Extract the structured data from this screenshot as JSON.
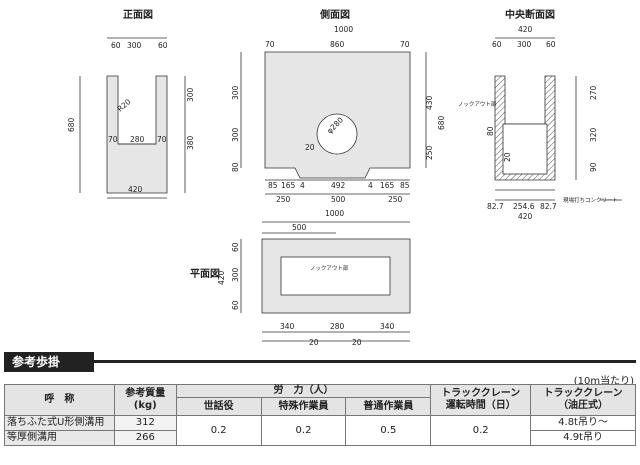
{
  "views": {
    "front": {
      "title": "正面図",
      "top": [
        "60",
        "300",
        "60"
      ],
      "left_total": "680",
      "right": [
        "300",
        "380"
      ],
      "inner_dims": [
        "70",
        "280",
        "70"
      ],
      "radius": "R20",
      "bottom": "420"
    },
    "side": {
      "title": "側面図",
      "top_total": "1000",
      "top": [
        "70",
        "860",
        "70"
      ],
      "left": [
        "300",
        "300",
        "80"
      ],
      "right": [
        "430",
        "250"
      ],
      "right_total": "680",
      "hole": "φ280",
      "bottom1": [
        "85",
        "165",
        "4",
        "492",
        "4",
        "165",
        "85"
      ],
      "bottom2": [
        "250",
        "500",
        "250"
      ],
      "hole_r": "20"
    },
    "center": {
      "title": "中央断面図",
      "top_total": "420",
      "top": [
        "60",
        "300",
        "60"
      ],
      "right": [
        "270",
        "320",
        "90"
      ],
      "knockout": "ノックアウト部",
      "small": "80",
      "dim20": "20",
      "bottom1": [
        "82.7",
        "254.6",
        "82.7"
      ],
      "bottom_total": "420",
      "concrete": "現場打ちコンクリート"
    },
    "plan": {
      "title": "平面図",
      "top_total": "1000",
      "top_sub": "500",
      "left": [
        "60",
        "300",
        "60"
      ],
      "left_total": "420",
      "knockout": "ノックアウト部",
      "bottom1": [
        "340",
        "280",
        "340"
      ],
      "bottom2": [
        "20",
        "20"
      ]
    }
  },
  "section": {
    "title": "参考歩掛",
    "unit_note": "(10m当たり)"
  },
  "table": {
    "headers": {
      "name": "呼　称",
      "weight": "参考質量\n(kg)",
      "labor": "労　力（人）",
      "sewa": "世話役",
      "tokushu": "特殊作業員",
      "futsu": "普通作業員",
      "truck_time": "トラッククレーン\n運転時間（日）",
      "truck_spec": "トラッククレーン\n（油圧式）"
    },
    "rows": [
      {
        "name": "落ちふた式U形側溝用",
        "weight": "312"
      },
      {
        "name": "等厚側溝用",
        "weight": "266"
      }
    ],
    "values": {
      "sewa": "0.2",
      "tokushu": "0.2",
      "futsu": "0.5",
      "truck_time": "0.2",
      "truck_spec1": "4.8t吊り〜",
      "truck_spec2": "4.9t吊り"
    }
  }
}
